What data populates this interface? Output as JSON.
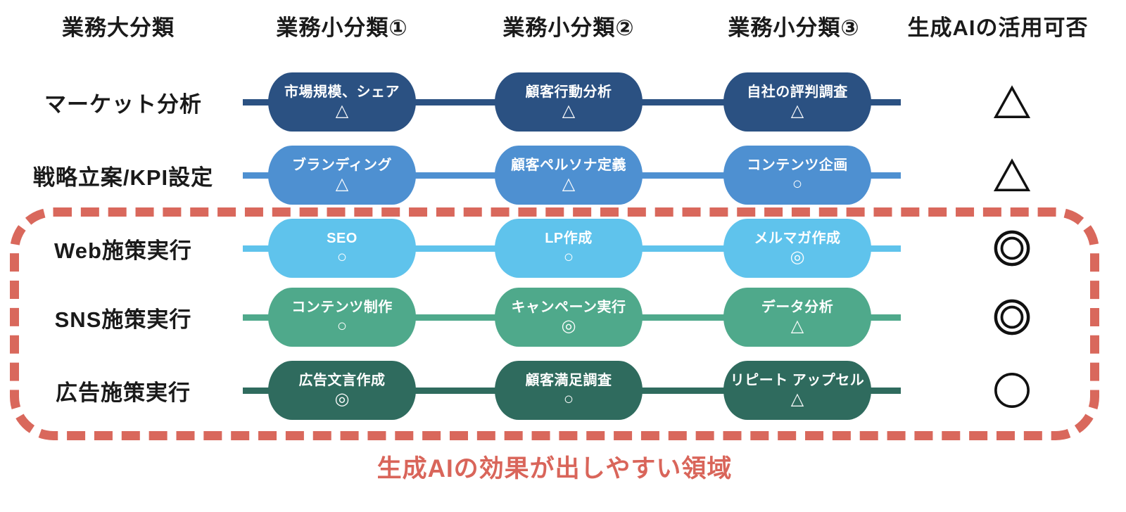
{
  "columns": [
    {
      "label": "業務大分類"
    },
    {
      "label": "業務小分類①"
    },
    {
      "label": "業務小分類②"
    },
    {
      "label": "業務小分類③"
    },
    {
      "label": "生成AIの活用可否"
    }
  ],
  "rows": [
    {
      "label": "マーケット分析",
      "color": "#2B5182",
      "overall": {
        "symbol": "triangle",
        "glyph": "△"
      },
      "tasks": [
        {
          "name": "市場規模、シェア",
          "rating": "△"
        },
        {
          "name": "顧客行動分析",
          "rating": "△"
        },
        {
          "name": "自社の評判調査",
          "rating": "△"
        }
      ]
    },
    {
      "label": "戦略立案/KPI設定",
      "color": "#4E90D1",
      "overall": {
        "symbol": "triangle",
        "glyph": "△"
      },
      "tasks": [
        {
          "name": "ブランディング",
          "rating": "△"
        },
        {
          "name": "顧客ペルソナ定義",
          "rating": "△"
        },
        {
          "name": "コンテンツ企画",
          "rating": "○"
        }
      ]
    },
    {
      "label": "Web施策実行",
      "color": "#5FC3EC",
      "overall": {
        "symbol": "double_circle",
        "glyph": "◎"
      },
      "tasks": [
        {
          "name": "SEO",
          "rating": "○"
        },
        {
          "name": "LP作成",
          "rating": "○"
        },
        {
          "name": "メルマガ作成",
          "rating": "◎"
        }
      ]
    },
    {
      "label": "SNS施策実行",
      "color": "#4FA98B",
      "overall": {
        "symbol": "double_circle",
        "glyph": "◎"
      },
      "tasks": [
        {
          "name": "コンテンツ制作",
          "rating": "○"
        },
        {
          "name": "キャンペーン実行",
          "rating": "◎"
        },
        {
          "name": "データ分析",
          "rating": "△"
        }
      ]
    },
    {
      "label": "広告施策実行",
      "color": "#2F6B5E",
      "overall": {
        "symbol": "circle",
        "glyph": "○"
      },
      "tasks": [
        {
          "name": "広告文言作成",
          "rating": "◎"
        },
        {
          "name": "顧客満足調査",
          "rating": "○"
        },
        {
          "name": "リピート アップセル",
          "rating": "△"
        }
      ]
    }
  ],
  "highlight": {
    "caption": "生成AIの効果が出しやすい領域",
    "border_color": "#D9685C",
    "caption_color": "#D9655A"
  }
}
